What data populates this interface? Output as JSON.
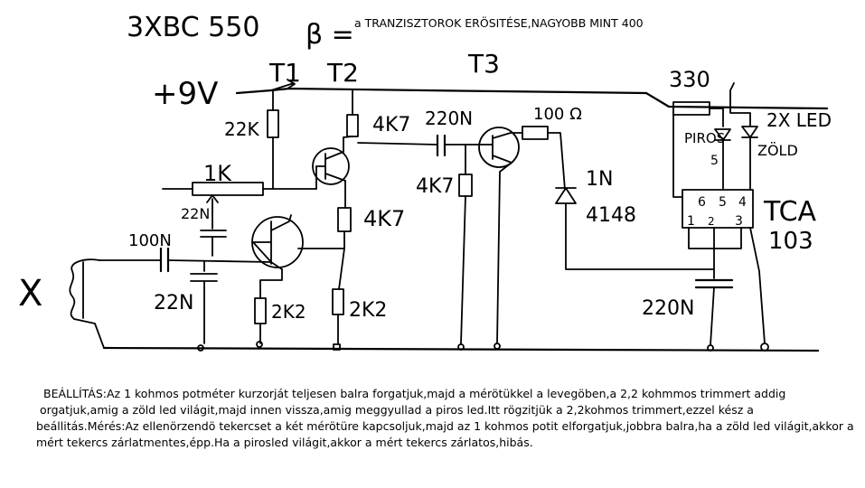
{
  "title": "3XBC 550",
  "beta_symbol": "β =",
  "beta_note": "a TRANZISZTOROK ERÖSITÉSE,NAGYOBB MINT 400",
  "supply": "+9V",
  "transistors": {
    "t1": "T1",
    "t2": "T2",
    "t3": "T3"
  },
  "components": {
    "r_22k": "22K",
    "pot_1k": "1K",
    "trim_22n": "22N",
    "c_100n": "100N",
    "c_22n": "22N",
    "r_4k7_a": "4K7",
    "r_4k7_b": "4K7",
    "r_4k7_c": "4K7",
    "r_2k2_a": "2K2",
    "r_2k2_b": "2K2",
    "c_220n_a": "220N",
    "r_100": "100 Ω",
    "diode": "1N\n4148",
    "diode_l1": "1N",
    "diode_l2": "4148",
    "r_330": "330",
    "leds": "2X LED",
    "led_red": "PIROS",
    "led_green": "ZÖLD",
    "ic_name": "TCA",
    "ic_num": "103",
    "c_220n_b": "220N",
    "probe": "X",
    "pin_1": "1",
    "pin_2": "2",
    "pin_3": "3",
    "pin_4": "4",
    "pin_5": "5",
    "pin_6": "6",
    "pin_5b": "5"
  },
  "instructions": [
    "BEÁLLÍTÁS:Az 1 kohmos potméter kurzorját teljesen balra forgatjuk,majd a mérötükkel a levegöben,a 2,2 kohmmos trimmert addig",
    "orgatjuk,amig a zöld led világit,majd innen vissza,amig meggyullad a piros led.Itt rögzitjük a 2,2kohmos trimmert,ezzel kész a",
    "beállitás.Mérés:Az ellenörzendö tekercset a két mérötüre kapcsoljuk,majd az 1 kohmos potit elforgatjuk,jobbra balra,ha a zöld led világit,akkor a",
    "mért tekercs zárlatmentes,épp.Ha a pirosled világit,akkor a mért tekercs zárlatos,hibás."
  ]
}
